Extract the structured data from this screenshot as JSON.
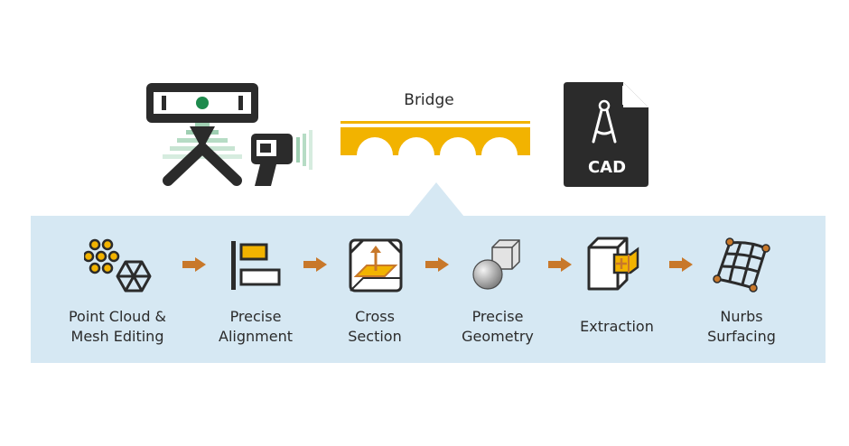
{
  "bridge": {
    "label": "Bridge"
  },
  "cad": {
    "label": "CAD"
  },
  "steps": [
    {
      "label": "Point Cloud &\nMesh Editing",
      "icon": "point-cloud-mesh-icon"
    },
    {
      "label": "Precise\nAlignment",
      "icon": "alignment-icon"
    },
    {
      "label": "Cross\nSection",
      "icon": "cross-section-icon"
    },
    {
      "label": "Precise\nGeometry",
      "icon": "geometry-icon"
    },
    {
      "label": "Extraction",
      "icon": "extraction-icon"
    },
    {
      "label": "Nurbs\nSurfacing",
      "icon": "nurbs-surface-icon"
    }
  ],
  "colors": {
    "panel": "#d6e8f3",
    "accent_yellow": "#f2b300",
    "arrow_orange": "#c8782a",
    "dark": "#2b2b2b",
    "scanner_green": "#1e8a4d"
  }
}
